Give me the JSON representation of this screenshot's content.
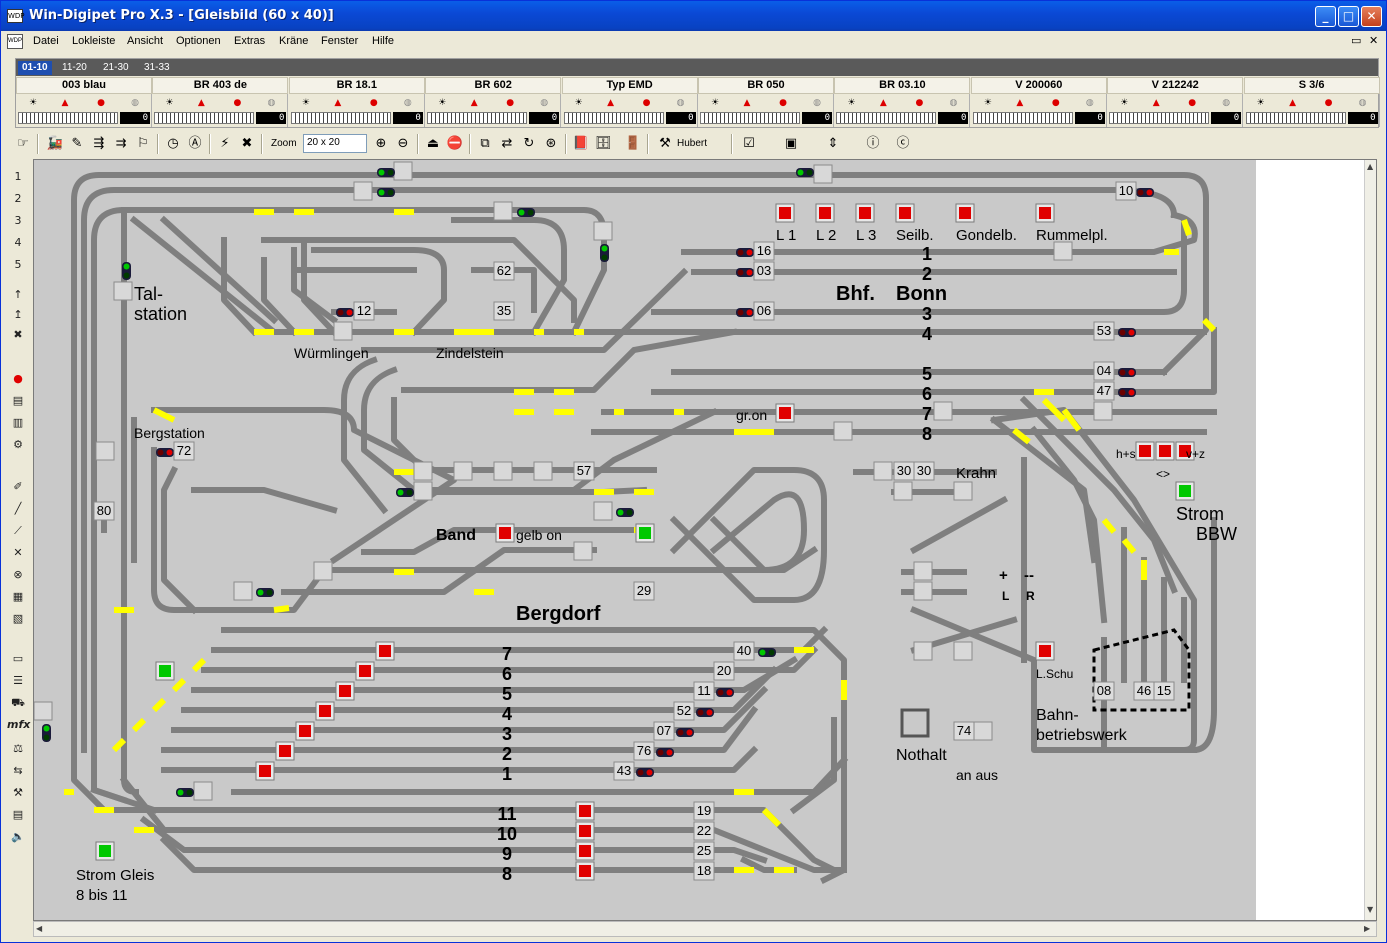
{
  "window": {
    "title": "Win-Digipet Pro X.3 - [Gleisbild (60 x 40)]",
    "app_icon_label": "WDP",
    "minimize": "_",
    "maximize": "□",
    "close": "✕"
  },
  "menu": [
    {
      "label": "Datei"
    },
    {
      "label": "Lokleiste"
    },
    {
      "label": "Ansicht"
    },
    {
      "label": "Optionen"
    },
    {
      "label": "Extras"
    },
    {
      "label": "Kräne"
    },
    {
      "label": "Fenster"
    },
    {
      "label": "Hilfe"
    }
  ],
  "mdi_controls": {
    "restore": "▭",
    "close": "✕"
  },
  "loco_tabs": [
    "01-10",
    "11-20",
    "21-30",
    "31-33"
  ],
  "locos": [
    {
      "name": "003 blau",
      "speed": "0"
    },
    {
      "name": "BR 403 de",
      "speed": "0"
    },
    {
      "name": "BR 18.1",
      "speed": "0"
    },
    {
      "name": "BR 602",
      "speed": "0"
    },
    {
      "name": "Typ EMD",
      "speed": "0"
    },
    {
      "name": "BR 050",
      "speed": "0"
    },
    {
      "name": "BR 03.10",
      "speed": "0"
    },
    {
      "name": "V 200060",
      "speed": "0"
    },
    {
      "name": "V 212242",
      "speed": "0"
    },
    {
      "name": "S 3/6",
      "speed": "0"
    }
  ],
  "toolbar": {
    "zoom_label": "Zoom",
    "zoom_value": "20 x 20",
    "user_label": "Hubert"
  },
  "lefttb_items": [
    "1",
    "2",
    "3",
    "4",
    "5"
  ],
  "board": {
    "labels": {
      "talstation1": "Tal-",
      "talstation2": "station",
      "wuerm": "Würmlingen",
      "zindel": "Zindelstein",
      "bergstation": "Bergstation",
      "bhf": "Bhf.",
      "bonn": "Bonn",
      "band": "Band",
      "gelb_on": "gelb on",
      "bergdorf": "Bergdorf",
      "gr_on": "gr.on",
      "krahn": "Krahn",
      "strom_bbw1": "Strom",
      "strom_bbw2": "BBW",
      "hs": "h+s",
      "vz": "v+z",
      "lr": "<>",
      "plus": "+",
      "minus": "--",
      "l": "L",
      "r": "R",
      "l_schu": "L.Schu",
      "bahn1": "Bahn-",
      "bahn2": "betriebswerk",
      "nothalt": "Nothalt",
      "an_aus": "an aus",
      "strom_gleis1": "Strom Gleis",
      "strom_gleis2": "8 bis 11"
    },
    "top_buttons": [
      "L 1",
      "L 2",
      "L 3",
      "Seilb.",
      "Gondelb.",
      "Rummelpl."
    ],
    "bonn_tracks": [
      "1",
      "2",
      "3",
      "4",
      "5",
      "6",
      "7",
      "8"
    ],
    "bergdorf_tracks": [
      "7",
      "6",
      "5",
      "4",
      "3",
      "2",
      "1"
    ],
    "lower_tracks": [
      "11",
      "10",
      "9",
      "8"
    ],
    "signal_numbers": {
      "s10": "10",
      "s16": "16",
      "s03": "03",
      "s06": "06",
      "s53": "53",
      "s04": "04",
      "s47": "47",
      "s12": "12",
      "s62": "62",
      "s35": "35",
      "s72": "72",
      "s80": "80",
      "s57": "57",
      "s29": "29",
      "s30a": "30",
      "s30b": "30",
      "s40": "40",
      "s20": "20",
      "s11": "11",
      "s52": "52",
      "s07": "07",
      "s76": "76",
      "s43": "43",
      "s19": "19",
      "s22": "22",
      "s25": "25",
      "s18": "18",
      "s08": "08",
      "s46": "46",
      "s15": "15",
      "s74": "74"
    },
    "colors": {
      "track": "#7f7f7f",
      "track_dark": "#4a4a4a",
      "board": "#c9c9c9",
      "highlight": "#ffff00",
      "signal_red": "#e00000",
      "signal_green": "#00c800",
      "accent_blue": "#1f4fb0"
    }
  }
}
